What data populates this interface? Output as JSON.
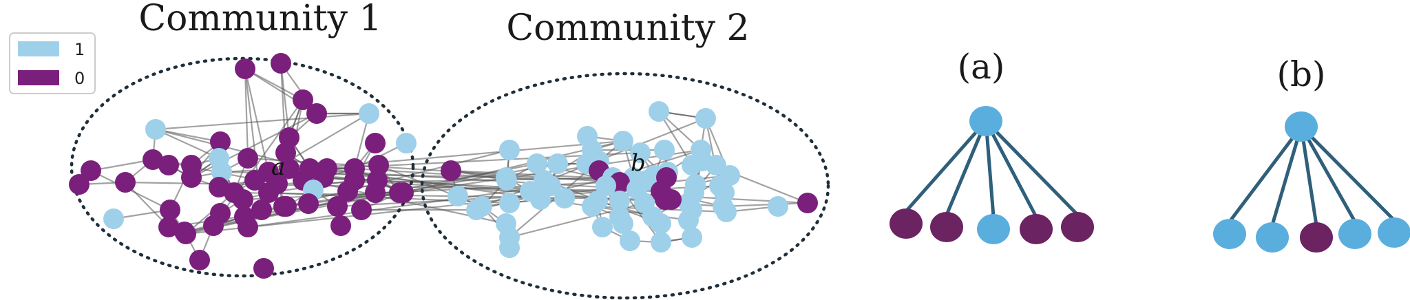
{
  "colors": {
    "class_1": "#9fd0ea",
    "class_0": "#7b1f7d",
    "tree_parent": "#5aaede",
    "tree_purple": "#6b2362"
  },
  "legend": {
    "items": [
      {
        "label": "1",
        "color_key": "class_1"
      },
      {
        "label": "0",
        "color_key": "class_0"
      }
    ]
  },
  "communities": [
    {
      "title": "Community 1",
      "highlight_label": "a"
    },
    {
      "title": "Community 2",
      "highlight_label": "b"
    }
  ],
  "panels": [
    {
      "title": "(a)",
      "root_class": 1,
      "children": [
        0,
        0,
        1,
        0,
        0
      ]
    },
    {
      "title": "(b)",
      "root_class": 1,
      "children": [
        1,
        1,
        0,
        1,
        1
      ]
    }
  ]
}
